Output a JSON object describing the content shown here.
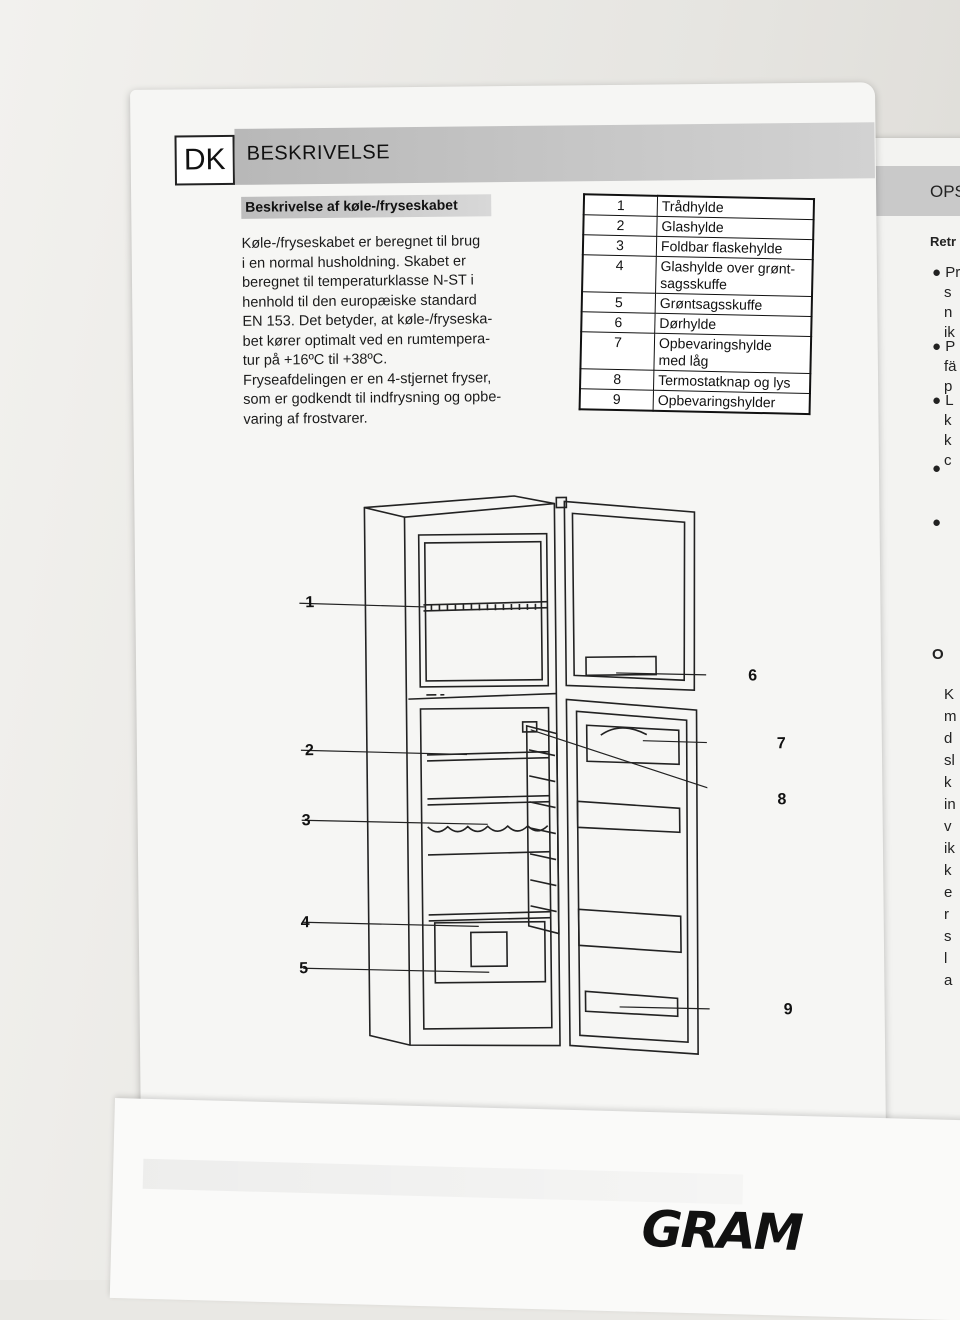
{
  "header": {
    "lang": "DK",
    "title": "BESKRIVELSE"
  },
  "section": {
    "subtitle": "Beskrivelse af køle-/fryseskabet",
    "lines": [
      "Køle-/fryseskabet er beregnet til brug",
      "i en normal husholdning. Skabet er",
      "beregnet til temperaturklasse N-ST i",
      "henhold til den europæiske standard",
      "EN 153. Det betyder, at køle-/fryseska-",
      "bet kører optimalt ved en rumtempera-",
      "tur på +16ºC til +38ºC.",
      "Fryseafdelingen er en 4-stjernet fryser,",
      "som er godkendt til indfrysning og opbe-",
      "varing af frostvarer."
    ]
  },
  "parts": [
    {
      "num": "1",
      "label": "Trådhylde"
    },
    {
      "num": "2",
      "label": "Glashylde"
    },
    {
      "num": "3",
      "label": "Foldbar flaskehylde"
    },
    {
      "num": "4",
      "label": "Glashylde over grønt-\nsagsskuffe"
    },
    {
      "num": "5",
      "label": "Grøntsagsskuffe"
    },
    {
      "num": "6",
      "label": "Dørhylde"
    },
    {
      "num": "7",
      "label": "Opbevaringshylde\nmed låg"
    },
    {
      "num": "8",
      "label": "Termostatknap og lys"
    },
    {
      "num": "9",
      "label": "Opbevaringshylder"
    }
  ],
  "callouts": [
    "1",
    "2",
    "3",
    "4",
    "5",
    "6",
    "7",
    "8",
    "9"
  ],
  "right_page": {
    "heading": "OPS",
    "sub": "Retr",
    "lines": [
      "● Pr",
      "s",
      "n",
      "ik",
      "● P",
      "fä",
      "p",
      "● L",
      "k",
      "k",
      "c",
      "●",
      "",
      "●",
      "",
      "",
      "",
      "",
      "",
      "",
      "",
      "O",
      "K",
      "m",
      "d",
      "sl",
      "k",
      "in",
      "v",
      "ik",
      "k",
      "e",
      "r",
      "s",
      "l",
      "a"
    ]
  },
  "logo": "GRAM"
}
